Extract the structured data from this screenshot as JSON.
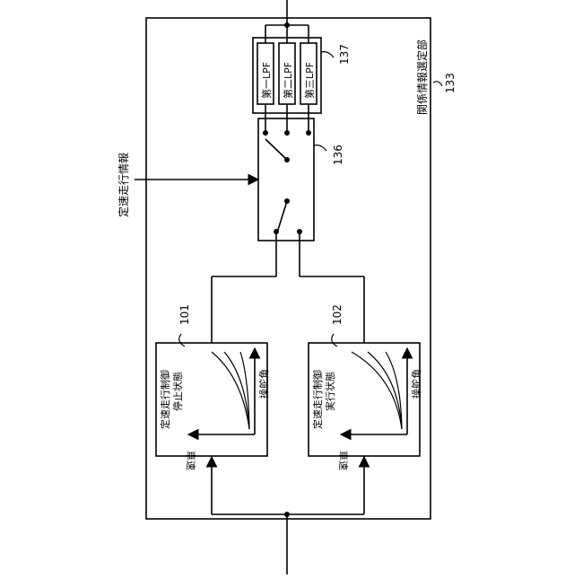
{
  "diagram": {
    "outer_label": "関係情報選定部",
    "outer_ref": "133",
    "input_label": "定速走行情報",
    "switch_ref": "136",
    "lpf_ref": "137",
    "lpfs": [
      "第一LPF",
      "第二LPF",
      "第三LPF"
    ],
    "map1": {
      "title": "定速走行制御",
      "subtitle": "停止状態",
      "ref": "101",
      "x_axis": "操舵角",
      "y_axis": "車速"
    },
    "map2": {
      "title": "定速走行制御",
      "subtitle": "実行状態",
      "ref": "102",
      "x_axis": "操舵角",
      "y_axis": "車速"
    }
  }
}
